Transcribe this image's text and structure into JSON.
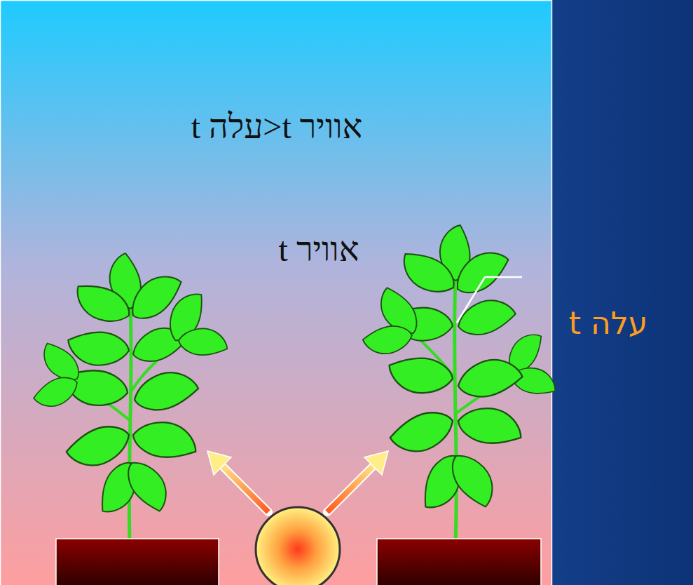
{
  "diagram": {
    "labels": [
      "t עלה>t אוויר",
      "t אוויר",
      "t עלה"
    ]
  }
}
